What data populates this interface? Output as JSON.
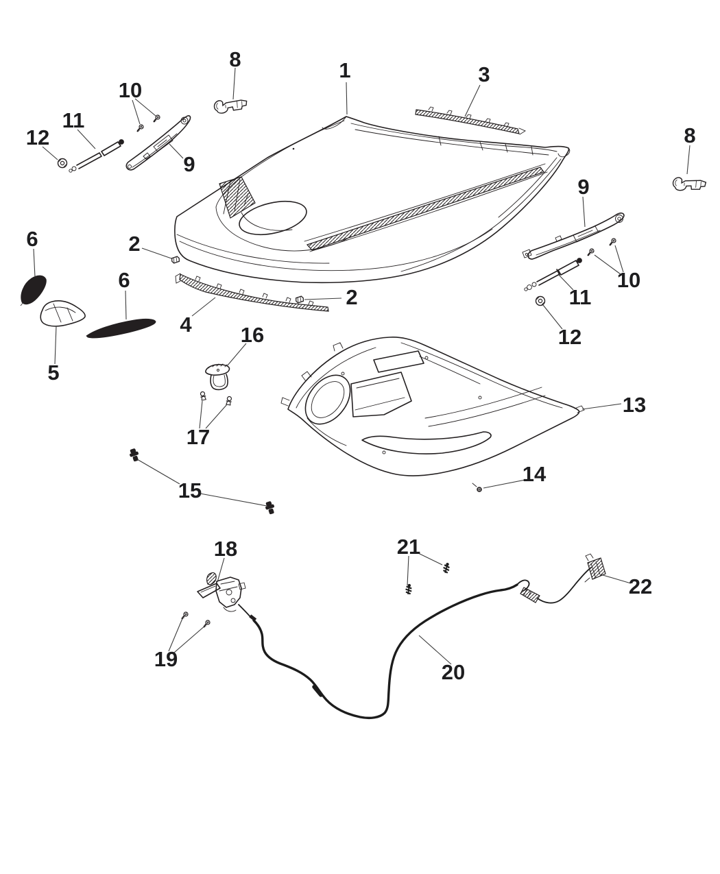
{
  "figure": {
    "type": "exploded-parts-diagram",
    "background_color": "#ffffff",
    "line_color": "#231f20"
  },
  "callouts": [
    {
      "label": "1"
    },
    {
      "label": "3"
    },
    {
      "label": "8"
    },
    {
      "label": "10"
    },
    {
      "label": "11"
    },
    {
      "label": "12"
    },
    {
      "label": "9"
    },
    {
      "label": "8"
    },
    {
      "label": "9"
    },
    {
      "label": "10"
    },
    {
      "label": "11"
    },
    {
      "label": "12"
    },
    {
      "label": "6"
    },
    {
      "label": "2"
    },
    {
      "label": "6"
    },
    {
      "label": "2"
    },
    {
      "label": "4"
    },
    {
      "label": "5"
    },
    {
      "label": "16"
    },
    {
      "label": "13"
    },
    {
      "label": "17"
    },
    {
      "label": "14"
    },
    {
      "label": "15"
    },
    {
      "label": "18"
    },
    {
      "label": "19"
    },
    {
      "label": "21"
    },
    {
      "label": "20"
    },
    {
      "label": "22"
    }
  ]
}
